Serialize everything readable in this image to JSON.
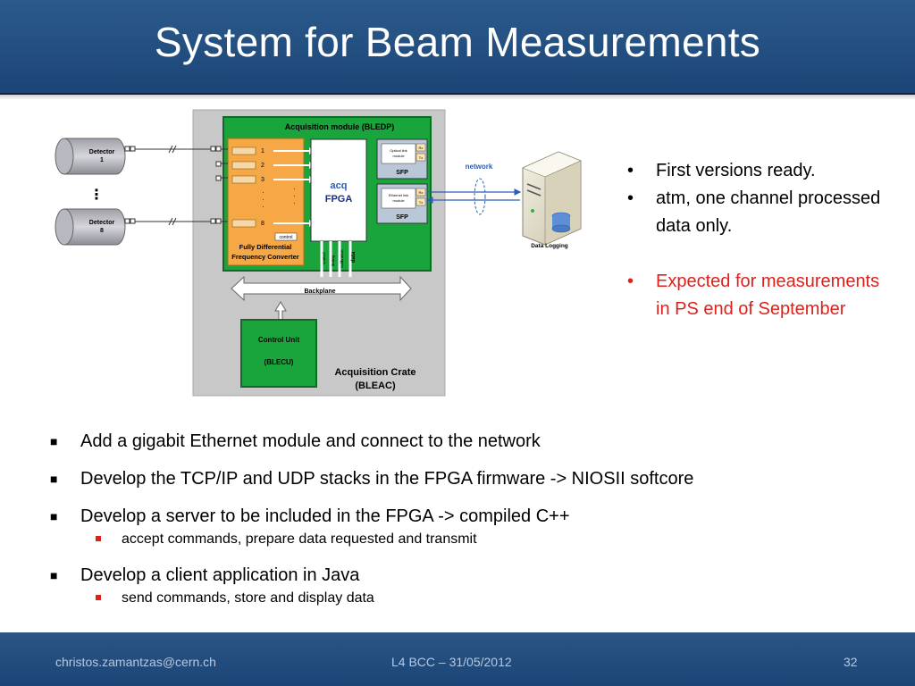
{
  "slide": {
    "title": "System for Beam Measurements"
  },
  "diagram": {
    "detector1": [
      "Detector",
      "1"
    ],
    "detector8": [
      "Detector",
      "8"
    ],
    "ellipsis": "⋮",
    "module_title": "Acquisition module (BLEDP)",
    "channels": [
      "1",
      "2",
      "3",
      "8"
    ],
    "dots": "·",
    "converter_label": [
      "Fully Differential",
      "Frequency Converter"
    ],
    "control_tag": "control",
    "fpga_top": "acq",
    "fpga_bottom": "FPGA",
    "optical_label": [
      "Optical link",
      "module"
    ],
    "ethernet_label": [
      "Ethernet link",
      "module"
    ],
    "rx": "Rx",
    "tx": "Tx",
    "sfp": "SFP",
    "bus_labels": [
      "control",
      "timing",
      "calibration",
      "data"
    ],
    "backplane": "Backplane",
    "control_unit": [
      "Control Unit",
      "(BLECU)"
    ],
    "crate_label": [
      "Acquisition Crate",
      "(BLEAC)"
    ],
    "network": "network",
    "server_label": "Data Logging"
  },
  "right_bullets": {
    "items": [
      "First versions ready.",
      "atm, one channel processed data only."
    ],
    "red_item": "Expected for measurements in PS end of September",
    "marker": "•"
  },
  "main_bullets": {
    "marker": "■",
    "items": [
      {
        "text": "Add a gigabit Ethernet module and connect to the network"
      },
      {
        "text": "Develop the TCP/IP and UDP stacks in the FPGA firmware -> NIOSII softcore"
      },
      {
        "text": "Develop a server to be included in the FPGA -> compiled C++",
        "sub": "accept commands, prepare data requested and transmit"
      },
      {
        "text": "Develop a client application in Java",
        "sub": "send commands, store and display data"
      }
    ]
  },
  "footer": {
    "email": "christos.zamantzas@cern.ch",
    "event": "L4 BCC – 31/05/2012",
    "page": "32"
  }
}
